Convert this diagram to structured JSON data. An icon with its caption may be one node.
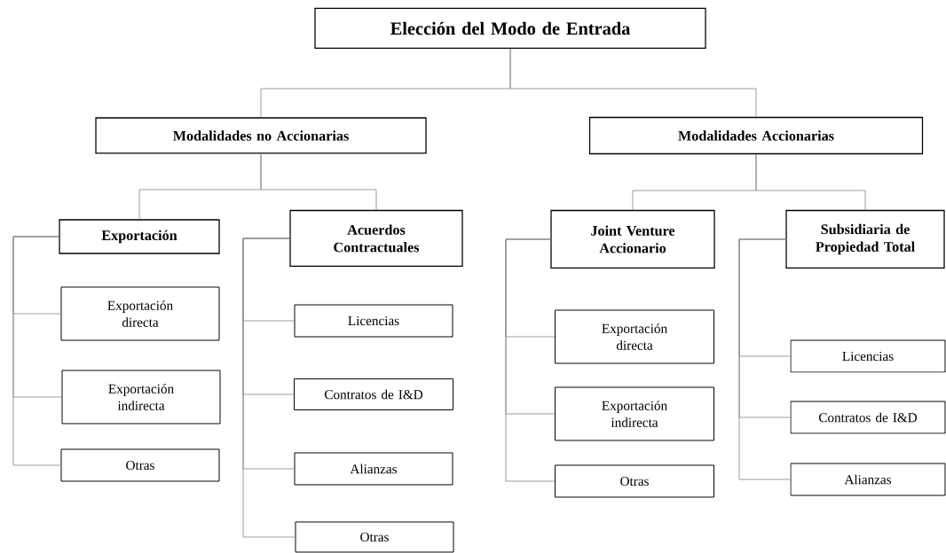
{
  "diagram": {
    "nodes": [
      {
        "text": [
          "Elección del Modo de Entrada"
        ]
      },
      {
        "text": [
          "Modalidades no Accionarias"
        ]
      },
      {
        "text": [
          "Modalidades Accionarias"
        ]
      },
      {
        "text": [
          "Exportación"
        ]
      },
      {
        "text": [
          "Acuerdos Contractuales"
        ]
      },
      {
        "text": [
          "Joint Venture Accionario"
        ]
      },
      {
        "text": [
          "Subsidiaria de Propiedad Total"
        ]
      },
      {
        "text": [
          "Exportación directa"
        ]
      },
      {
        "text": [
          "Exportación indirecta"
        ]
      },
      {
        "text": [
          "Otras"
        ]
      },
      {
        "text": [
          "Licencias"
        ]
      },
      {
        "text": [
          "Contratos de I&D"
        ]
      },
      {
        "text": [
          "Alianzas"
        ]
      },
      {
        "text": [
          "Otras"
        ]
      },
      {
        "text": [
          "Exportación directa"
        ]
      },
      {
        "text": [
          "Exportación indirecta"
        ]
      },
      {
        "text": [
          "Otras"
        ]
      },
      {
        "text": [
          "Licencias"
        ]
      },
      {
        "text": [
          "Contratos de I&D"
        ]
      },
      {
        "text": [
          "Alianzas"
        ]
      }
    ],
    "edges": [
      {
        "from": 0,
        "to": 1,
        "arrow": "none"
      },
      {
        "from": 0,
        "to": 2,
        "arrow": "none"
      },
      {
        "from": 1,
        "to": 3,
        "arrow": "none"
      },
      {
        "from": 1,
        "to": 4,
        "arrow": "none"
      },
      {
        "from": 2,
        "to": 5,
        "arrow": "none"
      },
      {
        "from": 2,
        "to": 6,
        "arrow": "none"
      },
      {
        "from": 3,
        "to": 7,
        "arrow": "none"
      },
      {
        "from": 3,
        "to": 8,
        "arrow": "none"
      },
      {
        "from": 3,
        "to": 9,
        "arrow": "none"
      },
      {
        "from": 4,
        "to": 10,
        "arrow": "none"
      },
      {
        "from": 4,
        "to": 11,
        "arrow": "none"
      },
      {
        "from": 4,
        "to": 12,
        "arrow": "none"
      },
      {
        "from": 4,
        "to": 13,
        "arrow": "none"
      },
      {
        "from": 5,
        "to": 14,
        "arrow": "none"
      },
      {
        "from": 5,
        "to": 15,
        "arrow": "none"
      },
      {
        "from": 5,
        "to": 16,
        "arrow": "none"
      },
      {
        "from": 6,
        "to": 17,
        "arrow": "none"
      },
      {
        "from": 6,
        "to": 18,
        "arrow": "none"
      },
      {
        "from": 6,
        "to": 19,
        "arrow": "none"
      }
    ]
  }
}
